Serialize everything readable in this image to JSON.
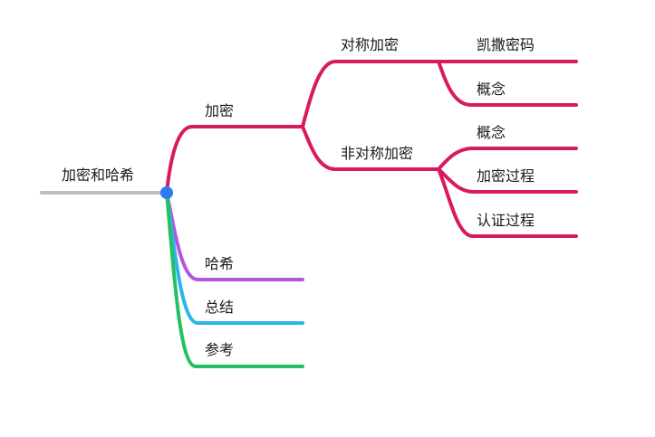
{
  "mindmap": {
    "root": {
      "label": "加密和哈希",
      "color": "#bdbdbd",
      "dot_color": "#2f7bef"
    },
    "branches": [
      {
        "label": "加密",
        "color": "#d81b60",
        "children": [
          {
            "label": "对称加密",
            "children": [
              {
                "label": "凯撒密码"
              },
              {
                "label": "概念"
              }
            ]
          },
          {
            "label": "非对称加密",
            "children": [
              {
                "label": "概念"
              },
              {
                "label": "加密过程"
              },
              {
                "label": "认证过程"
              }
            ]
          }
        ]
      },
      {
        "label": "哈希",
        "color": "#b455e0"
      },
      {
        "label": "总结",
        "color": "#2ab6ec"
      },
      {
        "label": "参考",
        "color": "#23c063"
      }
    ]
  }
}
